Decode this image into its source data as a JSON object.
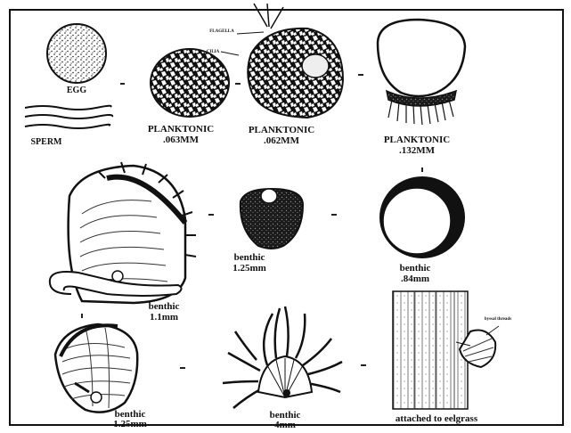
{
  "figure": {
    "labels": {
      "egg": "EGG",
      "sperm": "SPERM",
      "planktonic_1_title": "PLANKTONIC",
      "planktonic_1_size": ".063MM",
      "planktonic_2_title": "PLANKTONIC",
      "planktonic_2_size": ".062MM",
      "planktonic_3_title": "PLANKTONIC",
      "planktonic_3_size": ".132MM",
      "cilia": "CILIA",
      "flagella": "FLAGELLA",
      "benthic_125_title": "benthic",
      "benthic_125_size": "1.25mm",
      "benthic_84_title": "benthic",
      "benthic_84_size": ".84mm",
      "benthic_11_title": "benthic",
      "benthic_11_size": "1.1mm",
      "benthic_125b_title": "benthic",
      "benthic_125b_size": "1.25mm",
      "benthic_4_title": "benthic",
      "benthic_4_size": "4mm",
      "attached": "attached to eelgrass",
      "byssal": "byssal threads"
    },
    "colors": {
      "ink": "#111111",
      "paper": "#ffffff"
    }
  }
}
